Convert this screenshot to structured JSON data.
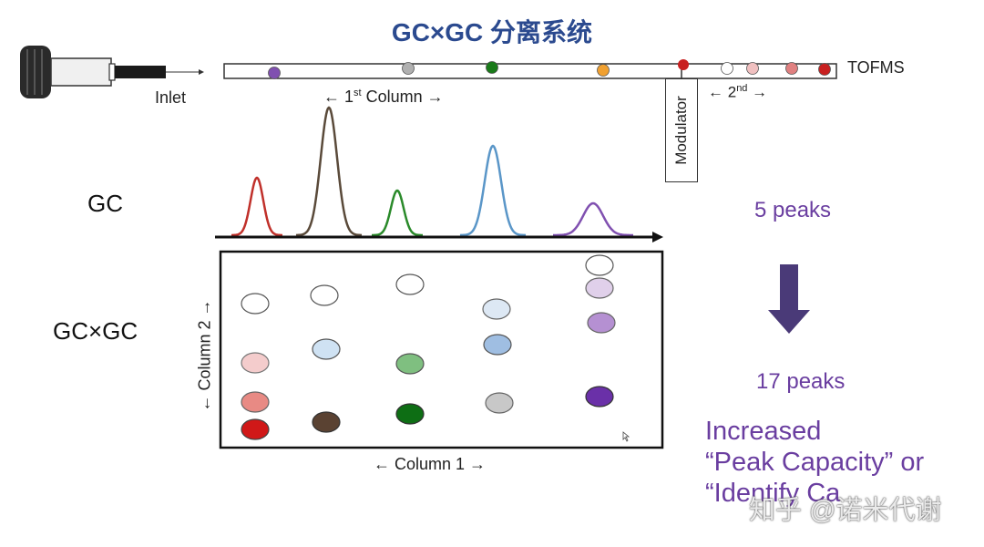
{
  "title": "GC×GC 分离系统",
  "labels": {
    "inlet": "Inlet",
    "tofms": "TOFMS",
    "first_column": "← 1",
    "first_column_sup": "st",
    "first_column_tail": " Column →",
    "second": "← 2",
    "second_sup": "nd",
    "second_tail": " →",
    "modulator": "Modulator",
    "gc": "GC",
    "gcgc": "GC×GC",
    "peaks_gc": "5 peaks",
    "peaks_gcgc": "17 peaks",
    "increased_line1": "Increased",
    "increased_line2": "“Peak Capacity” or",
    "increased_line3": "“Identify Ca",
    "column1_axis": "← Column 1 →",
    "column2_axis": "← Column 2 →",
    "watermark": "知乎 @诺米代谢"
  },
  "colors": {
    "title": "#2b4a8f",
    "purple_text": "#6a3ea0",
    "arrow": "#4a3a78"
  },
  "gc_peaks": [
    {
      "color": "#c0302a",
      "rel_height": 0.45
    },
    {
      "color": "#5a4a3a",
      "rel_height": 1.0
    },
    {
      "color": "#2a8a2a",
      "rel_height": 0.35
    },
    {
      "color": "#5a96c8",
      "rel_height": 0.7
    },
    {
      "color": "#8050b0",
      "rel_height": 0.25
    }
  ],
  "column1_dots": [
    "#8050b0",
    "#b0b0b0",
    "#1a7a1a",
    "#f0a030"
  ],
  "column2_dots": [
    "#ffffff",
    "#f0c0c0",
    "#e08080",
    "#c82020"
  ],
  "spots_count": 17
}
